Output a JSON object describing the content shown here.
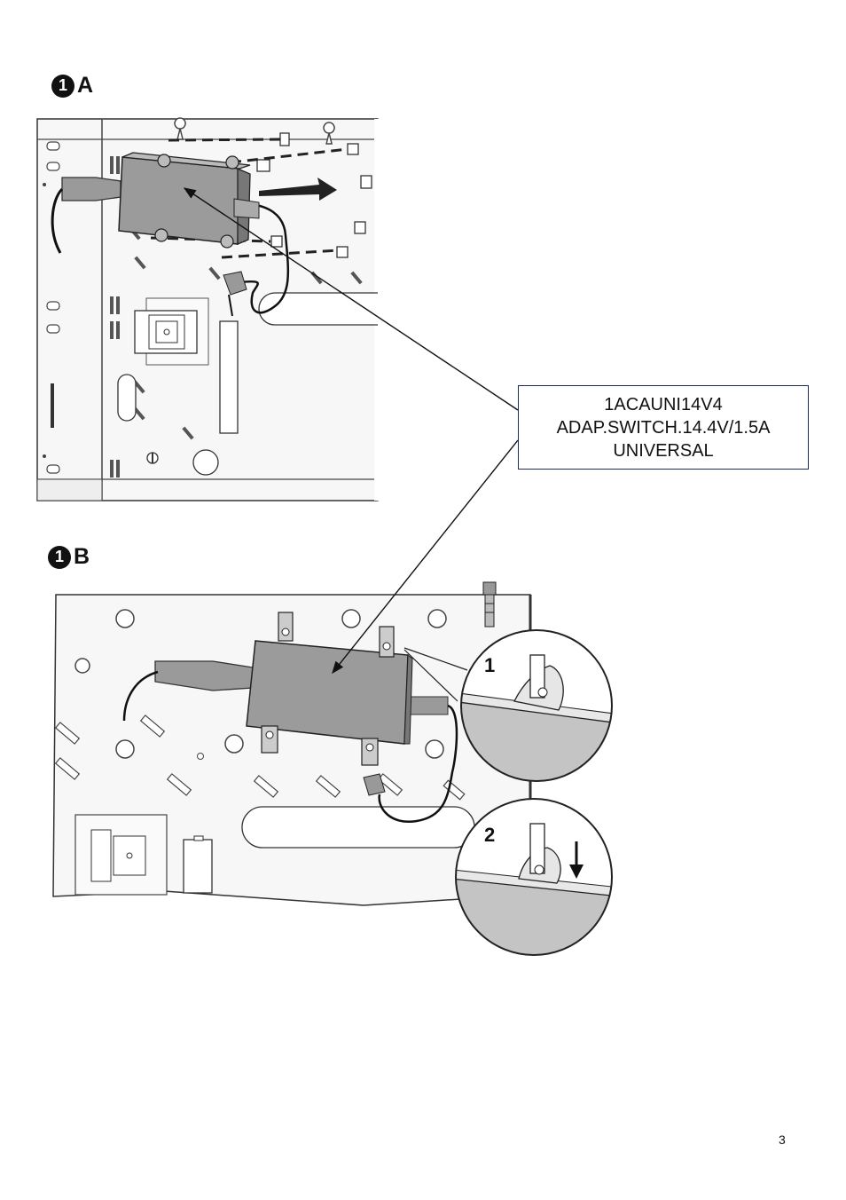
{
  "steps": [
    {
      "number": "1",
      "letter": "A"
    },
    {
      "number": "1",
      "letter": "B"
    }
  ],
  "callout": {
    "line1": "1ACAUNI14V4",
    "line2": "ADAP.SWITCH.14.4V/1.5A",
    "line3": "UNIVERSAL"
  },
  "detail_steps": [
    "1",
    "2"
  ],
  "page_number": "3"
}
